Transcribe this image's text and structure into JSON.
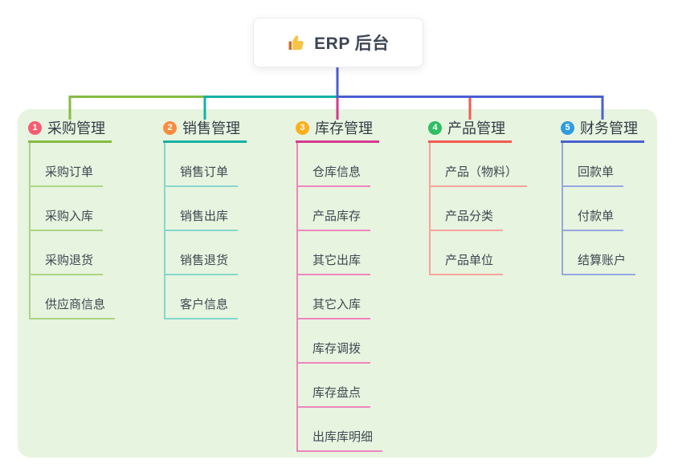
{
  "page": {
    "background": "#ffffff",
    "canvas_background": "#E7F4DF"
  },
  "root": {
    "icon": "thumbs-up-icon",
    "icon_color": "#F6C445",
    "icon_cuff_color": "#C9722E",
    "label": "ERP 后台"
  },
  "connector": {
    "trunk_color": "#4A5FD2"
  },
  "branches": [
    {
      "badge": "1",
      "badge_color": "#F85C72",
      "label": "采购管理",
      "line_color": "#83BC41",
      "child_line_color": "#ABD584",
      "children": [
        "采购订单",
        "采购入库",
        "采购退货",
        "供应商信息"
      ]
    },
    {
      "badge": "2",
      "badge_color": "#FB8B3F",
      "label": "销售管理",
      "line_color": "#14B2A5",
      "child_line_color": "#86D7CD",
      "children": [
        "销售订单",
        "销售出库",
        "销售退货",
        "客户信息"
      ]
    },
    {
      "badge": "3",
      "badge_color": "#FCAF1C",
      "label": "库存管理",
      "line_color": "#D4398F",
      "child_line_color": "#EE86BE",
      "children": [
        "仓库信息",
        "产品库存",
        "其它出库",
        "其它入库",
        "库存调拨",
        "库存盘点",
        "出库库明细"
      ]
    },
    {
      "badge": "4",
      "badge_color": "#2EBE64",
      "label": "产品管理",
      "line_color": "#F15B52",
      "child_line_color": "#F7A49D",
      "children": [
        "产品（物料）",
        "产品分类",
        "产品单位"
      ]
    },
    {
      "badge": "5",
      "badge_color": "#2F9CDF",
      "label": "财务管理",
      "line_color": "#4A5FD2",
      "child_line_color": "#96A7E2",
      "children": [
        "回款单",
        "付款单",
        "结算账户"
      ]
    }
  ]
}
